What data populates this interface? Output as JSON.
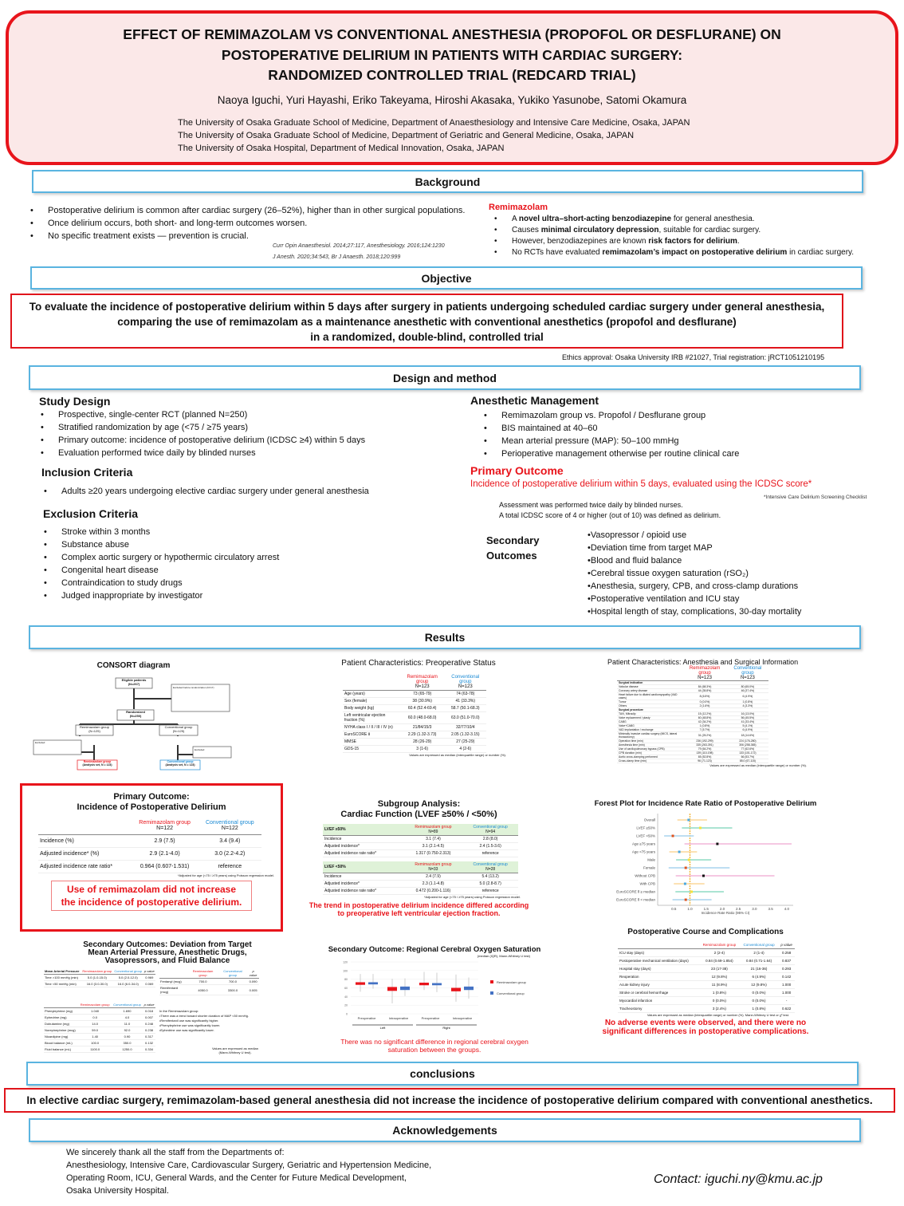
{
  "header": {
    "title_lines": [
      "EFFECT OF REMIMAZOLAM VS CONVENTIONAL ANESTHESIA (PROPOFOL OR DESFLURANE) ON",
      "POSTOPERATIVE DELIRIUM IN PATIENTS WITH CARDIAC SURGERY:",
      "RANDOMIZED CONTROLLED TRIAL (REDCARD TRIAL)"
    ],
    "authors": "Naoya Iguchi, Yuri Hayashi, Eriko Takeyama, Hiroshi Akasaka, Yukiko Yasunobe, Satomi Okamura",
    "affiliations": [
      "The University of Osaka Graduate School of Medicine, Department of Anaesthesiology and Intensive Care Medicine, Osaka, JAPAN",
      "The University of Osaka Graduate School of Medicine, Department of Geriatric and General Medicine, Osaka, JAPAN",
      "The University of Osaka Hospital, Department of Medical Innovation, Osaka, JAPAN"
    ]
  },
  "background": {
    "heading": "Background",
    "bullets": [
      "Postoperative delirium is common after cardiac surgery (26–52%), higher than in other surgical populations.",
      "Once delirium occurs, both short- and long-term outcomes worsen.",
      "No specific treatment exists — prevention is crucial."
    ],
    "refs": [
      "Curr Opin Anaesthesiol. 2014;27:117, Anesthesiology. 2016;124:1230",
      "J Anesth. 2020;34:543, Br J Anaesth. 2018;120:999"
    ],
    "remi_heading": "Remimazolam",
    "remi_bullets": [
      [
        "A ",
        "novel ultra–short-acting benzodiazepine",
        " for general anesthesia."
      ],
      [
        "Causes ",
        "minimal circulatory depression",
        ", suitable for cardiac surgery."
      ],
      [
        "However, benzodiazepines are known ",
        "risk factors for delirium",
        "."
      ],
      [
        "No RCTs have evaluated ",
        "remimazolam’s impact on postoperative delirium",
        " in cardiac surgery."
      ]
    ]
  },
  "objective": {
    "heading": "Objective",
    "lines": [
      "To evaluate the incidence of postoperative delirium within 5 days after surgery in patients undergoing scheduled cardiac surgery under general anesthesia,",
      "comparing the use of remimazolam as a maintenance anesthetic with conventional anesthetics (propofol and desflurane)",
      "in a randomized, double-blind, controlled trial"
    ],
    "ethics": "Ethics approval: Osaka University IRB #21027, Trial registration: jRCT1051210195"
  },
  "design": {
    "heading": "Design and method",
    "study_heading": "Study Design",
    "study": [
      "Prospective, single-center RCT (planned N=250)",
      "Stratified randomization by age (<75 / ≥75 years)",
      "Primary outcome: incidence of postoperative delirium (ICDSC ≥4) within 5 days",
      "Evaluation performed twice daily by blinded nurses"
    ],
    "inclusion_heading": "Inclusion Criteria",
    "inclusion": [
      "Adults ≥20 years undergoing elective cardiac surgery under general anesthesia"
    ],
    "exclusion_heading": "Exclusion Criteria",
    "exclusion": [
      "Stroke within 3 months",
      "Substance abuse",
      "Complex aortic surgery or hypothermic circulatory arrest",
      "Congenital heart disease",
      "Contraindication to study drugs",
      "Judged inappropriate by investigator"
    ],
    "anes_heading": "Anesthetic Management",
    "anes": [
      "Remimazolam group vs. Propofol / Desflurane group",
      "BIS maintained at 40–60",
      "Mean arterial pressure (MAP): 50–100 mmHg",
      "Perioperative management otherwise per routine clinical care"
    ],
    "primary_heading": "Primary Outcome",
    "primary_text": "Incidence of postoperative delirium within 5 days, evaluated using the ICDSC score*",
    "icdsc_note": "*Intensive Care Delirium Screening Checklist",
    "assessment": [
      "Assessment was performed twice daily by blinded nurses.",
      "A total ICDSC score of 4 or higher (out of 10) was defined as delirium."
    ],
    "secondary_heading": [
      "Secondary",
      "Outcomes"
    ],
    "secondary": [
      "•Vasopressor / opioid use",
      "•Deviation time from target MAP",
      "•Blood and fluid balance",
      "•Cerebral tissue oxygen saturation (rSO₂)",
      "•Anesthesia, surgery, CPB, and cross-clamp durations",
      "•Postoperative ventilation and ICU stay",
      "•Hospital length of stay, complications, 30-day mortality"
    ]
  },
  "results": {
    "heading": "Results",
    "consort": {
      "title": "CONSORT diagram",
      "eligible": [
        "Eligible patients",
        "(N=267)"
      ],
      "excluded_before": "Excluded before randomization (N=17)",
      "randomized": [
        "Randomized",
        "(N=250)"
      ],
      "remi": [
        "Remimazolam group",
        "(N=125)"
      ],
      "conv": [
        "Conventional group",
        "(N=125)"
      ],
      "remi_excl": "Excluded",
      "conv_excl": "Excluded",
      "remi_final": [
        "Remimazolam group",
        "(Analysis set, N = 123)"
      ],
      "conv_final": [
        "Conventional group",
        "(Analysis set, N = 123)"
      ]
    },
    "groups": {
      "remi": "Remimazolam group",
      "conv": "Conventional group",
      "pval": "p value"
    },
    "preop": {
      "title": "Patient Characteristics: Preoperative Status",
      "n": [
        "N=123",
        "N=123"
      ],
      "rows": [
        [
          "Age (years)",
          "73 (65-79)",
          "74 (63-78)"
        ],
        [
          "Sex (female)",
          "38 (30.9%)",
          "41 (33.3%)"
        ],
        [
          "Body weight (kg)",
          "60.4 (52.4-69.4)",
          "58.7 (50.1-68.3)"
        ],
        [
          "Left ventricular ejection fraction (%)",
          "60.0 (48.0-68.0)",
          "63.0 (51.0-70.0)"
        ],
        [
          "NYHA class I / II / III / IV (n)",
          "21/84/15/3",
          "32/77/10/4"
        ],
        [
          "EuroSCORE Ⅱ",
          "2.29 (1.32-3.73)",
          "2.05 (1.32-3.15)"
        ],
        [
          "MMSE",
          "28 (26-29)",
          "27 (25-29)"
        ],
        [
          "GDS-15",
          "3 (1-6)",
          "4 (2-6)"
        ]
      ],
      "note": "Values are expressed as median (interquartile range) or number (%)."
    },
    "anes_info": {
      "title": "Patient Characteristics: Anesthesia and Surgical Information",
      "n": [
        "N=123",
        "N=123"
      ],
      "rows": [
        [
          "Surgical indication",
          "",
          ""
        ],
        [
          "Valvular disease",
          "84 (68.3%)",
          "80 (65.0%)"
        ],
        [
          "Coronary artery disease",
          "44 (35.8%)",
          "46 (37.4%)"
        ],
        [
          "Heart failure due to dilated cardiomyopathy (VAD cases)",
          "8 (6.5%)",
          "6 (4.9%)"
        ],
        [
          "Tumor",
          "0 (0.0%)",
          "1 (0.8%)"
        ],
        [
          "Others",
          "2 (1.6%)",
          "4 (3.3%)"
        ],
        [
          "Surgical procedure",
          "",
          ""
        ],
        [
          "TAVI, Mitraclip",
          "15 (12.2%)",
          "16 (13.0%)"
        ],
        [
          "Valve replacement / plasty",
          "60 (48.8%)",
          "56 (45.5%)"
        ],
        [
          "CABG",
          "42 (34.2%)",
          "41 (33.4%)"
        ],
        [
          "Valve+CABG",
          "1 (0.8%)",
          "5 (4.1%)"
        ],
        [
          "VAD implantation / exchange",
          "7 (5.7%)",
          "6 (4.9%)"
        ],
        [
          "Minimally invasive cardiac surgery (MICS, lateral thoracotomy)",
          "31 (25.2%)",
          "18 (14.6%)"
        ],
        [
          "Operation time (min)",
          "236 (192-299)",
          "224 (176-280)"
        ],
        [
          "Anesthesia time (min)",
          "335 (263-391)",
          "306 (258-365)"
        ],
        [
          "Use of cardiopulmonary bypass (CPB)",
          "79 (64.2%)",
          "77 (62.6%)"
        ],
        [
          "CPB duration (min)",
          "139 (110-198)",
          "133 (101-172)"
        ],
        [
          "Aortic cross-clamping performed",
          "65 (52.8%)",
          "66 (53.7%)"
        ],
        [
          "Cross-clamp time (min)",
          "96 (71-123)",
          "85.0 (67-115)"
        ]
      ],
      "note": "Values are expressed as median (interquartile range) or number (%)."
    },
    "primary": {
      "title": [
        "Primary Outcome:",
        "Incidence of Postoperative Delirium"
      ],
      "n": [
        "N=122",
        "N=122"
      ],
      "rows": [
        [
          "Incidence (%)",
          "2.9 (7.5)",
          "3.4 (9.4)"
        ],
        [
          "Adjusted incidence* (%)",
          "2.9 (2.1-4.0)",
          "3.0 (2.2-4.2)"
        ],
        [
          "Adjusted incidence rate ratio*",
          "0.964 (0.607-1.531)",
          "reference"
        ]
      ],
      "note": "*Adjusted for age (<75 / ≥75 years) using Poisson regression model.",
      "conclusion": [
        "Use of remimazolam did not increase",
        "the incidence of postoperative delirium."
      ]
    },
    "subgroup": {
      "title": [
        "Subgroup Analysis:",
        "Cardiac Function (LVEF ≥50% / <50%)"
      ],
      "groups": [
        {
          "label": "LVEF ≥50%",
          "n": [
            "N=89",
            "N=94"
          ],
          "rows": [
            [
              "Incidence",
              "3.1 (7.4)",
              "2.8 (8.0)"
            ],
            [
              "Adjusted incidence*",
              "3.1 (2.1-4.5)",
              "2.4 (1.5-3.6)"
            ],
            [
              "Adjusted incidence rate ratio*",
              "1.317 (0.750-2.313)",
              "reference"
            ]
          ]
        },
        {
          "label": "LVEF <50%",
          "n": [
            "N=33",
            "N=28"
          ],
          "rows": [
            [
              "Incidence",
              "2.4 (7.9)",
              "5.4 (13.2)"
            ],
            [
              "Adjusted incidence*",
              "2.3 (1.1-4.8)",
              "5.0 (2.8-8.7)"
            ],
            [
              "Adjusted incidence rate ratio*",
              "0.472 (0.200-1.116)",
              "reference"
            ]
          ]
        }
      ],
      "note": "*Adjusted for age (<75 / ≥75 years) using Poisson regression model.",
      "conclusion": "The trend in postoperative delirium incidence differed according to preoperative left ventricular ejection fraction."
    },
    "postop": {
      "title": "Postoperative Course and Complications",
      "rows": [
        [
          "ICU stay (days)",
          "2 (2-4)",
          "2 (1-4)",
          "0.258"
        ],
        [
          "Postoperative mechanical ventilation (days)",
          "0.84 (0.69-1.854)",
          "0.84 (0.71-1.64)",
          "0.837"
        ],
        [
          "Hospital stay (days)",
          "23 (17-38)",
          "21 (16-36)",
          "0.293"
        ],
        [
          "Reoperation",
          "12 (9.8%)",
          "6 (4.9%)",
          "0.142"
        ],
        [
          "Acute kidney injury",
          "11 (8.9%)",
          "12 (9.8%)",
          "1.000"
        ],
        [
          "Stroke or cerebral hemorrhage",
          "1 (0.8%)",
          "0 (0.0%)",
          "1.000"
        ],
        [
          "Myocardial infarction",
          "0 (0.0%)",
          "0 (0.0%)",
          "-"
        ],
        [
          "Tracheostomy",
          "3 (2.4%)",
          "1 (0.8%)",
          "0.622"
        ]
      ],
      "note": "Values are expressed as median (interquartile range) or number (%). Mann-Whitney U test or χ² test.",
      "conclusion": "No adverse events were observed, and there were no significant differences in postoperative complications."
    },
    "secondary": {
      "title": [
        "Secondary Outcomes: Deviation from Target",
        "Mean Arterial Pressure, Anesthetic Drugs,",
        "Vasopressors, and Fluid Balance"
      ],
      "map_label": "Mean Arterial Pressure",
      "map_rows": [
        [
          "Time >100 mmHg (min)",
          "5.0 (1.0-15.0)",
          "5.0 (2.0-12.0)",
          "0.969"
        ],
        [
          "Time <50 mmHg (min)",
          "16.0 (3.0-30.0)",
          "16.0 (6.0-34.0)",
          "0.069"
        ]
      ],
      "opioid_rows": [
        [
          "Fentanyl (mcg)",
          "700.0",
          "700.0",
          "0.090"
        ],
        [
          "Remifentanil (mcg)",
          "4050.0",
          "3300.0",
          "0.005"
        ]
      ],
      "drug_rows": [
        [
          "Phenylephrine (mg)",
          "1.040",
          "1.690",
          "0.018"
        ],
        [
          "Ephedrine (mg)",
          "0.0",
          "4.0",
          "0.007"
        ],
        [
          "Dobutamine (mg)",
          "14.0",
          "11.0",
          "0.248"
        ],
        [
          "Norepinephrine (mcg)",
          "59.0",
          "92.0",
          "0.238"
        ],
        [
          "Nicardipine (mg)",
          "1.40",
          "0.90",
          "0.317"
        ],
        [
          "Blood balance (mL)",
          "100.0",
          "350.0",
          "0.132"
        ],
        [
          "Fluid balance (mL)",
          "1100.0",
          "1250.0",
          "0.334"
        ]
      ],
      "findings": [
        "In the Remimazolam group:",
        "•There was a trend toward shorter duration of MAP <50 mmHg.",
        "•Remifentanil use was significantly higher.",
        "•Phenylephrine use was significantly lower.",
        "•Ephedrine use was significantly lower."
      ],
      "note": "Values are expressed as median (Mann-Whitney U test)."
    },
    "rso2_conclusion": "There was no significant difference in regional cerebral oxygen saturation between the groups."
  },
  "chart_data": [
    {
      "type": "scatter",
      "title": "Forest Plot for Incidence Rate Ratio of Postoperative Delirium",
      "xlabel": "Incidence Rate Ratio (95% CI)",
      "xlim": [
        0,
        4.2
      ],
      "xticks": [
        0.5,
        1.0,
        1.5,
        2.0,
        2.5,
        3.0,
        3.5,
        4.0
      ],
      "categories": [
        "Overall",
        "LVEF ≥50%",
        "LVEF <50%",
        "Age ≥75 years",
        "Age <75 years",
        "Male",
        "Female",
        "Without CPB",
        "With CPB",
        "EuroSCORE Ⅱ ≥ median",
        "EuroSCORE Ⅱ < median"
      ],
      "estimate": [
        0.96,
        1.32,
        0.47,
        1.85,
        0.67,
        0.97,
        0.87,
        1.42,
        0.85,
        1.05,
        0.87
      ],
      "lower": [
        0.61,
        0.75,
        0.2,
        0.83,
        0.36,
        0.57,
        0.34,
        0.56,
        0.5,
        0.55,
        0.46
      ],
      "upper": [
        1.53,
        2.31,
        1.12,
        4.15,
        1.22,
        1.66,
        2.23,
        3.62,
        1.45,
        2.05,
        1.67
      ],
      "colors": [
        "#fbd79a",
        "#8fdcc3",
        "#a8d4ee",
        "#f2b6d8",
        "#fbd79a",
        "#8fdcc3",
        "#a8d4ee",
        "#f2b6d8",
        "#fbd79a",
        "#8fdcc3",
        "#a8d4ee"
      ],
      "point_colors": [
        "#4aa8e0",
        "#f5e23a",
        "#e0521c",
        "#111111",
        "#4aa8e0",
        "#f5e23a",
        "#e0521c",
        "#111111",
        "#4aa8e0",
        "#f5e23a",
        "#e0521c"
      ]
    },
    {
      "type": "bar",
      "title": "Secondary Outcome: Regional Cerebral Oxygen Saturation",
      "subtitle": "(median (IQR), Mann-Whitney U test)",
      "ylim": [
        0,
        120
      ],
      "yticks": [
        0,
        20,
        40,
        60,
        80,
        100,
        120
      ],
      "categories": [
        "Preoperative",
        "Intraoperative lowest value",
        "Preoperative",
        "Intraoperative lowest value"
      ],
      "groups": [
        "Left",
        "Right"
      ],
      "series": [
        {
          "name": "Remimazolam group",
          "color": "#e8141b",
          "median": [
            70,
            58,
            69,
            56
          ],
          "q1": [
            67,
            53,
            66,
            52
          ],
          "q3": [
            73,
            62,
            72,
            60
          ],
          "min": [
            51,
            24,
            55,
            28
          ],
          "max": [
            92,
            81,
            97,
            91
          ]
        },
        {
          "name": "Conventional group",
          "color": "#4472c4",
          "median": [
            70,
            59,
            68,
            59
          ],
          "q1": [
            68,
            55,
            66,
            55
          ],
          "q3": [
            73,
            63,
            71,
            63
          ],
          "min": [
            58,
            41,
            50,
            35
          ],
          "max": [
            92,
            82,
            95,
            84
          ]
        }
      ]
    }
  ],
  "conclusions": {
    "heading": "conclusions",
    "text": "In elective cardiac surgery, remimazolam-based general anesthesia did not increase the incidence of postoperative delirium compared with conventional anesthetics."
  },
  "ack": {
    "heading": "Acknowledgements",
    "lines": [
      "We sincerely thank all the staff from the Departments of:",
      "Anesthesiology, Intensive Care, Cardiovascular Surgery, Geriatric and Hypertension Medicine,",
      "Operating Room, ICU, General Wards, and the Center for Future Medical Development,",
      "Osaka University Hospital."
    ],
    "contact": "Contact: iguchi.ny@kmu.ac.jp"
  }
}
